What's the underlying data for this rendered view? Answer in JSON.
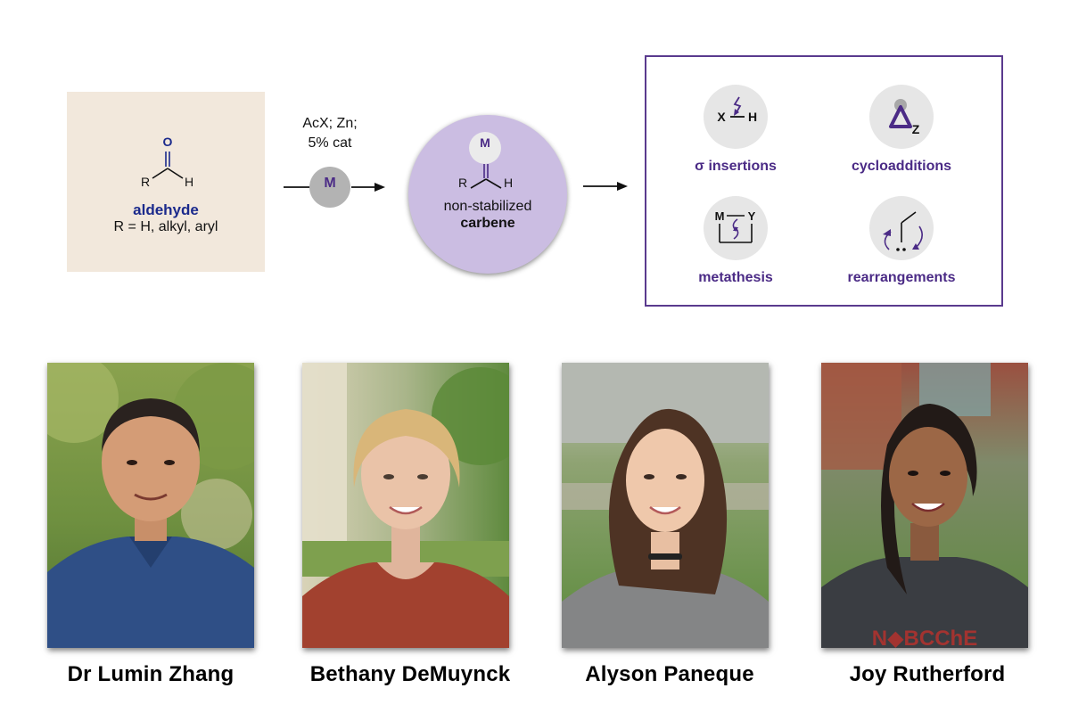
{
  "scheme": {
    "aldehyde": {
      "atom_o": "O",
      "atom_r": "R",
      "atom_h": "H",
      "name": "aldehyde",
      "substituents": "R = H, alkyl, aryl"
    },
    "reagents": {
      "line1": "AcX; Zn;",
      "line2": "5% cat",
      "catalyst": "M"
    },
    "carbene": {
      "atom_m": "M",
      "atom_r": "R",
      "atom_h": "H",
      "descriptor": "non-stabilized",
      "name": "carbene"
    },
    "reactions": [
      {
        "label": "σ insertions",
        "icon": "xh-insertion-icon",
        "text_x": "X",
        "text_h": "H"
      },
      {
        "label": "cycloadditions",
        "icon": "cyclopropane-icon",
        "text_z": "Z"
      },
      {
        "label": "metathesis",
        "icon": "metathesis-icon",
        "text_m": "M",
        "text_y": "Y"
      },
      {
        "label": "rearrangements",
        "icon": "rearrangement-icon"
      }
    ],
    "colors": {
      "accent_purple": "#4b2b86",
      "aldehyde_blue": "#1b2a8c",
      "aldehyde_box": "#f2e8dc",
      "carbene_circle": "#cbbde2"
    }
  },
  "people": [
    {
      "name": "Dr Lumin Zhang"
    },
    {
      "name": "Bethany DeMuynck"
    },
    {
      "name": "Alyson Paneque"
    },
    {
      "name": "Joy Rutherford",
      "shirt_text": "N◆BCChE"
    }
  ]
}
